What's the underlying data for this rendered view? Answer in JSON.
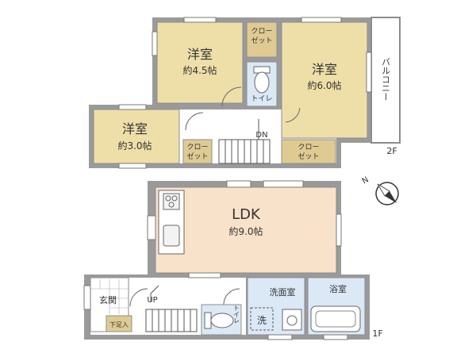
{
  "colors": {
    "room": "#eedfa9",
    "ldk": "#f8e2c9",
    "wet": "#dbe9f6",
    "closet": "#dfcb92",
    "floor_white": "#ffffff",
    "wall": "#8c8c8c",
    "wall_dark": "#6e6e6e",
    "text": "#333333",
    "balcony": "#ffffff"
  },
  "floor2": {
    "floor_label": "2F",
    "rooms": [
      {
        "id": "room-4-5",
        "name": "洋室",
        "size": "約4.5帖"
      },
      {
        "id": "room-6-0",
        "name": "洋室",
        "size": "約6.0帖"
      },
      {
        "id": "room-3-0",
        "name": "洋室",
        "size": "約3.0帖"
      }
    ],
    "closet_top_line1": "クロー",
    "closet_top_line2": "ゼット",
    "closet_left_line1": "クロー",
    "closet_left_line2": "ゼット",
    "closet_right_line1": "クロー",
    "closet_right_line2": "ゼット",
    "toilet": "トイレ",
    "stair_dn": "DN",
    "balcony": "バルコニー"
  },
  "floor1": {
    "floor_label": "1F",
    "ldk_name": "LDK",
    "ldk_size": "約9.0帖",
    "entrance": "玄関",
    "shoe_box": "下足入",
    "stair_up": "UP",
    "washroom": "洗面室",
    "bathroom": "浴室",
    "toilet": "トイレ",
    "washer": "洗"
  },
  "compass": {
    "north": "N"
  }
}
